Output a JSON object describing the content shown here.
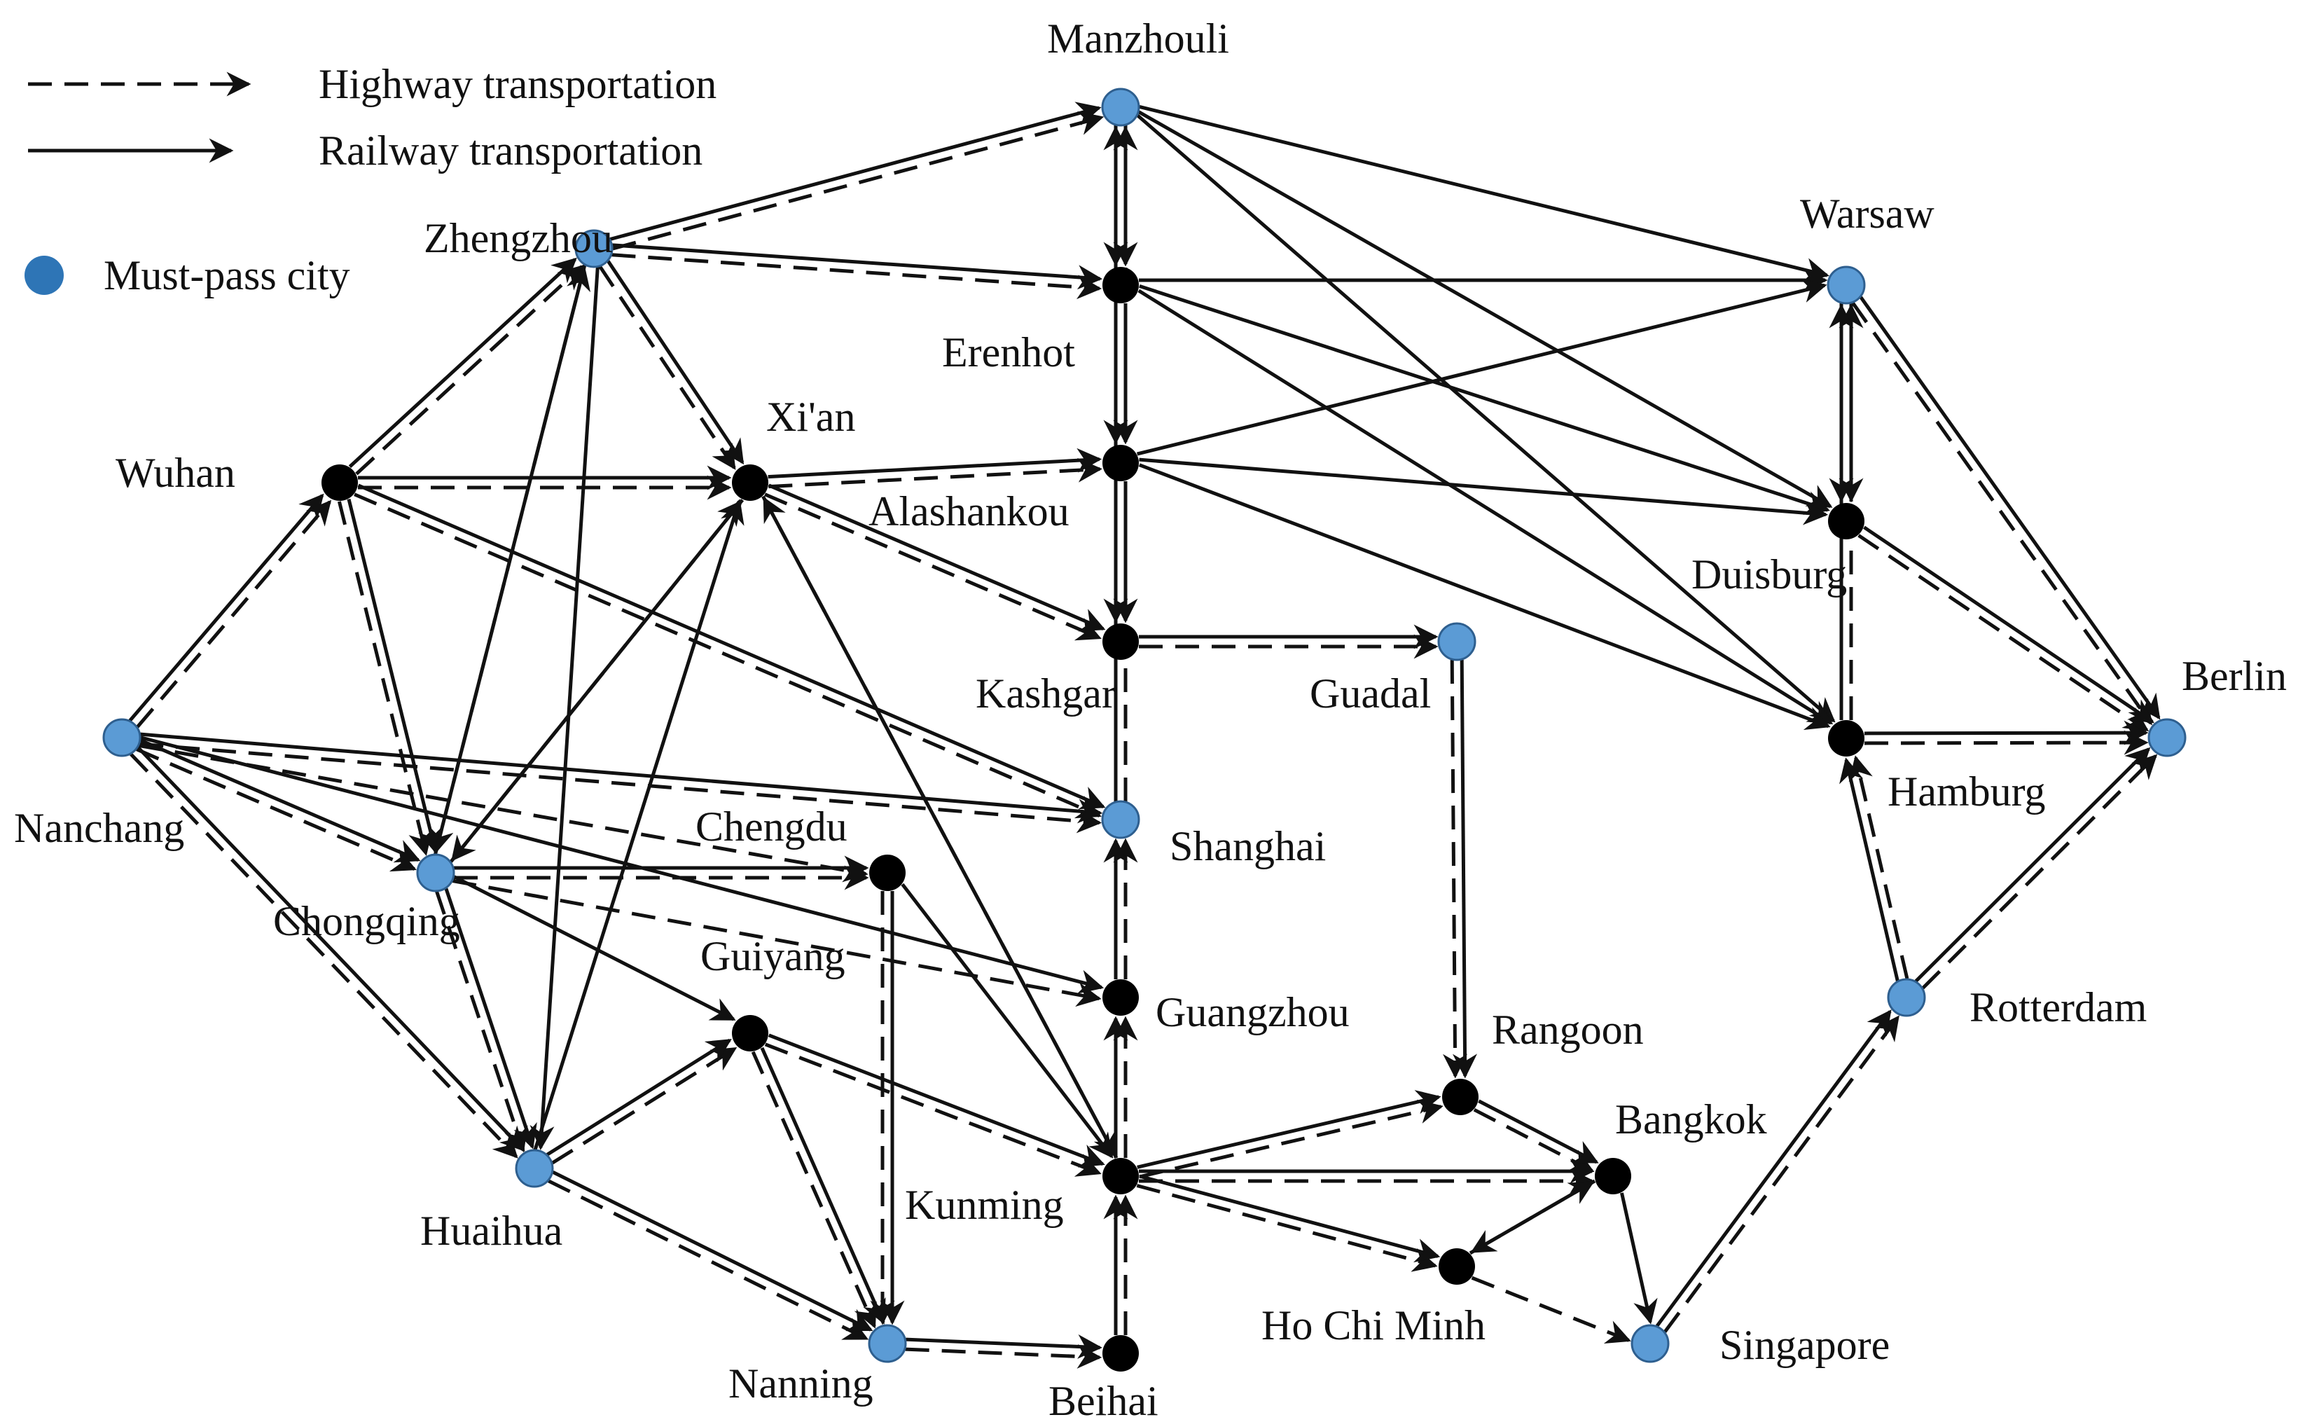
{
  "legend": {
    "highway_label": "Highway transportation",
    "railway_label": "Railway transportation",
    "mustpass_label": "Must-pass city"
  },
  "colors": {
    "must_pass": "#5b9bd5",
    "regular_city": "#000000",
    "edge": "#111111"
  },
  "cities": [
    {
      "id": "manzhouli",
      "name": "Manzhouli",
      "must_pass": true
    },
    {
      "id": "erenhot",
      "name": "Erenhot",
      "must_pass": false
    },
    {
      "id": "alashankou",
      "name": "Alashankou",
      "must_pass": false
    },
    {
      "id": "kashgar",
      "name": "Kashgar",
      "must_pass": false
    },
    {
      "id": "zhengzhou",
      "name": "Zhengzhou",
      "must_pass": true
    },
    {
      "id": "xian",
      "name": "Xi'an",
      "must_pass": false
    },
    {
      "id": "wuhan",
      "name": "Wuhan",
      "must_pass": false
    },
    {
      "id": "nanchang",
      "name": "Nanchang",
      "must_pass": true
    },
    {
      "id": "chongqing",
      "name": "Chongqing",
      "must_pass": true
    },
    {
      "id": "chengdu",
      "name": "Chengdu",
      "must_pass": false
    },
    {
      "id": "guiyang",
      "name": "Guiyang",
      "must_pass": false
    },
    {
      "id": "huaihua",
      "name": "Huaihua",
      "must_pass": true
    },
    {
      "id": "nanning",
      "name": "Nanning",
      "must_pass": true
    },
    {
      "id": "beihai",
      "name": "Beihai",
      "must_pass": false
    },
    {
      "id": "kunming",
      "name": "Kunming",
      "must_pass": false
    },
    {
      "id": "guangzhou",
      "name": "Guangzhou",
      "must_pass": false
    },
    {
      "id": "shanghai",
      "name": "Shanghai",
      "must_pass": true
    },
    {
      "id": "guadal",
      "name": "Guadal",
      "must_pass": true
    },
    {
      "id": "rangoon",
      "name": "Rangoon",
      "must_pass": false
    },
    {
      "id": "bangkok",
      "name": "Bangkok",
      "must_pass": false
    },
    {
      "id": "hochiminh",
      "name": "Ho Chi Minh",
      "must_pass": false
    },
    {
      "id": "singapore",
      "name": "Singapore",
      "must_pass": true
    },
    {
      "id": "rotterdam",
      "name": "Rotterdam",
      "must_pass": true
    },
    {
      "id": "warsaw",
      "name": "Warsaw",
      "must_pass": true
    },
    {
      "id": "duisburg",
      "name": "Duisburg",
      "must_pass": false
    },
    {
      "id": "hamburg",
      "name": "Hamburg",
      "must_pass": false
    },
    {
      "id": "berlin",
      "name": "Berlin",
      "must_pass": true
    }
  ],
  "railway_edges": [
    [
      "nanchang",
      "wuhan"
    ],
    [
      "nanchang",
      "chongqing"
    ],
    [
      "nanchang",
      "huaihua"
    ],
    [
      "nanchang",
      "shanghai"
    ],
    [
      "nanchang",
      "guangzhou"
    ],
    [
      "wuhan",
      "zhengzhou"
    ],
    [
      "wuhan",
      "xian"
    ],
    [
      "wuhan",
      "chongqing"
    ],
    [
      "wuhan",
      "shanghai"
    ],
    [
      "zhengzhou",
      "manzhouli"
    ],
    [
      "zhengzhou",
      "erenhot"
    ],
    [
      "zhengzhou",
      "xian"
    ],
    [
      "zhengzhou",
      "huaihua"
    ],
    [
      "xian",
      "alashankou"
    ],
    [
      "xian",
      "kashgar"
    ],
    [
      "xian",
      "kunming"
    ],
    [
      "xian",
      "chongqing"
    ],
    [
      "chongqing",
      "zhengzhou"
    ],
    [
      "chongqing",
      "chengdu"
    ],
    [
      "chongqing",
      "guiyang"
    ],
    [
      "chongqing",
      "huaihua"
    ],
    [
      "huaihua",
      "xian"
    ],
    [
      "huaihua",
      "guiyang"
    ],
    [
      "huaihua",
      "nanning"
    ],
    [
      "chengdu",
      "nanning"
    ],
    [
      "chengdu",
      "kunming"
    ],
    [
      "guiyang",
      "nanning"
    ],
    [
      "guiyang",
      "kunming"
    ],
    [
      "nanning",
      "beihai"
    ],
    [
      "beihai",
      "kunming"
    ],
    [
      "kunming",
      "guangzhou"
    ],
    [
      "guangzhou",
      "shanghai"
    ],
    [
      "shanghai",
      "manzhouli"
    ],
    [
      "manzhouli",
      "erenhot"
    ],
    [
      "erenhot",
      "alashankou"
    ],
    [
      "alashankou",
      "kashgar"
    ],
    [
      "kashgar",
      "guadal"
    ],
    [
      "guadal",
      "rangoon"
    ],
    [
      "rangoon",
      "bangkok"
    ],
    [
      "kunming",
      "rangoon"
    ],
    [
      "kunming",
      "bangkok"
    ],
    [
      "kunming",
      "hochiminh"
    ],
    [
      "hochiminh",
      "bangkok"
    ],
    [
      "bangkok",
      "singapore"
    ],
    [
      "singapore",
      "rotterdam"
    ],
    [
      "rotterdam",
      "hamburg"
    ],
    [
      "rotterdam",
      "berlin"
    ],
    [
      "manzhouli",
      "warsaw"
    ],
    [
      "manzhouli",
      "duisburg"
    ],
    [
      "manzhouli",
      "hamburg"
    ],
    [
      "erenhot",
      "warsaw"
    ],
    [
      "erenhot",
      "duisburg"
    ],
    [
      "erenhot",
      "hamburg"
    ],
    [
      "alashankou",
      "warsaw"
    ],
    [
      "alashankou",
      "duisburg"
    ],
    [
      "alashankou",
      "hamburg"
    ],
    [
      "warsaw",
      "duisburg"
    ],
    [
      "hamburg",
      "warsaw"
    ],
    [
      "warsaw",
      "berlin"
    ],
    [
      "duisburg",
      "berlin"
    ],
    [
      "hamburg",
      "berlin"
    ]
  ],
  "highway_edges": [
    [
      "nanchang",
      "wuhan"
    ],
    [
      "nanchang",
      "chongqing"
    ],
    [
      "nanchang",
      "huaihua"
    ],
    [
      "nanchang",
      "shanghai"
    ],
    [
      "nanchang",
      "chengdu"
    ],
    [
      "wuhan",
      "zhengzhou"
    ],
    [
      "wuhan",
      "xian"
    ],
    [
      "wuhan",
      "chongqing"
    ],
    [
      "wuhan",
      "shanghai"
    ],
    [
      "zhengzhou",
      "manzhouli"
    ],
    [
      "zhengzhou",
      "erenhot"
    ],
    [
      "zhengzhou",
      "xian"
    ],
    [
      "zhengzhou",
      "chongqing"
    ],
    [
      "xian",
      "alashankou"
    ],
    [
      "xian",
      "kashgar"
    ],
    [
      "chongqing",
      "xian"
    ],
    [
      "chongqing",
      "chengdu"
    ],
    [
      "chongqing",
      "guangzhou"
    ],
    [
      "chongqing",
      "huaihua"
    ],
    [
      "kunming",
      "xian"
    ],
    [
      "huaihua",
      "guiyang"
    ],
    [
      "guiyang",
      "nanning"
    ],
    [
      "guiyang",
      "kunming"
    ],
    [
      "huaihua",
      "nanning"
    ],
    [
      "chengdu",
      "nanning"
    ],
    [
      "nanning",
      "beihai"
    ],
    [
      "beihai",
      "kunming"
    ],
    [
      "kunming",
      "guangzhou"
    ],
    [
      "guangzhou",
      "shanghai"
    ],
    [
      "shanghai",
      "manzhouli"
    ],
    [
      "manzhouli",
      "erenhot"
    ],
    [
      "erenhot",
      "alashankou"
    ],
    [
      "alashankou",
      "kashgar"
    ],
    [
      "kashgar",
      "guadal"
    ],
    [
      "guadal",
      "rangoon"
    ],
    [
      "rangoon",
      "bangkok"
    ],
    [
      "kunming",
      "rangoon"
    ],
    [
      "kunming",
      "bangkok"
    ],
    [
      "kunming",
      "hochiminh"
    ],
    [
      "bangkok",
      "hochiminh"
    ],
    [
      "hochiminh",
      "singapore"
    ],
    [
      "singapore",
      "rotterdam"
    ],
    [
      "rotterdam",
      "hamburg"
    ],
    [
      "rotterdam",
      "berlin"
    ],
    [
      "warsaw",
      "duisburg"
    ],
    [
      "duisburg",
      "berlin"
    ],
    [
      "warsaw",
      "berlin"
    ],
    [
      "hamburg",
      "warsaw"
    ],
    [
      "hamburg",
      "berlin"
    ]
  ]
}
